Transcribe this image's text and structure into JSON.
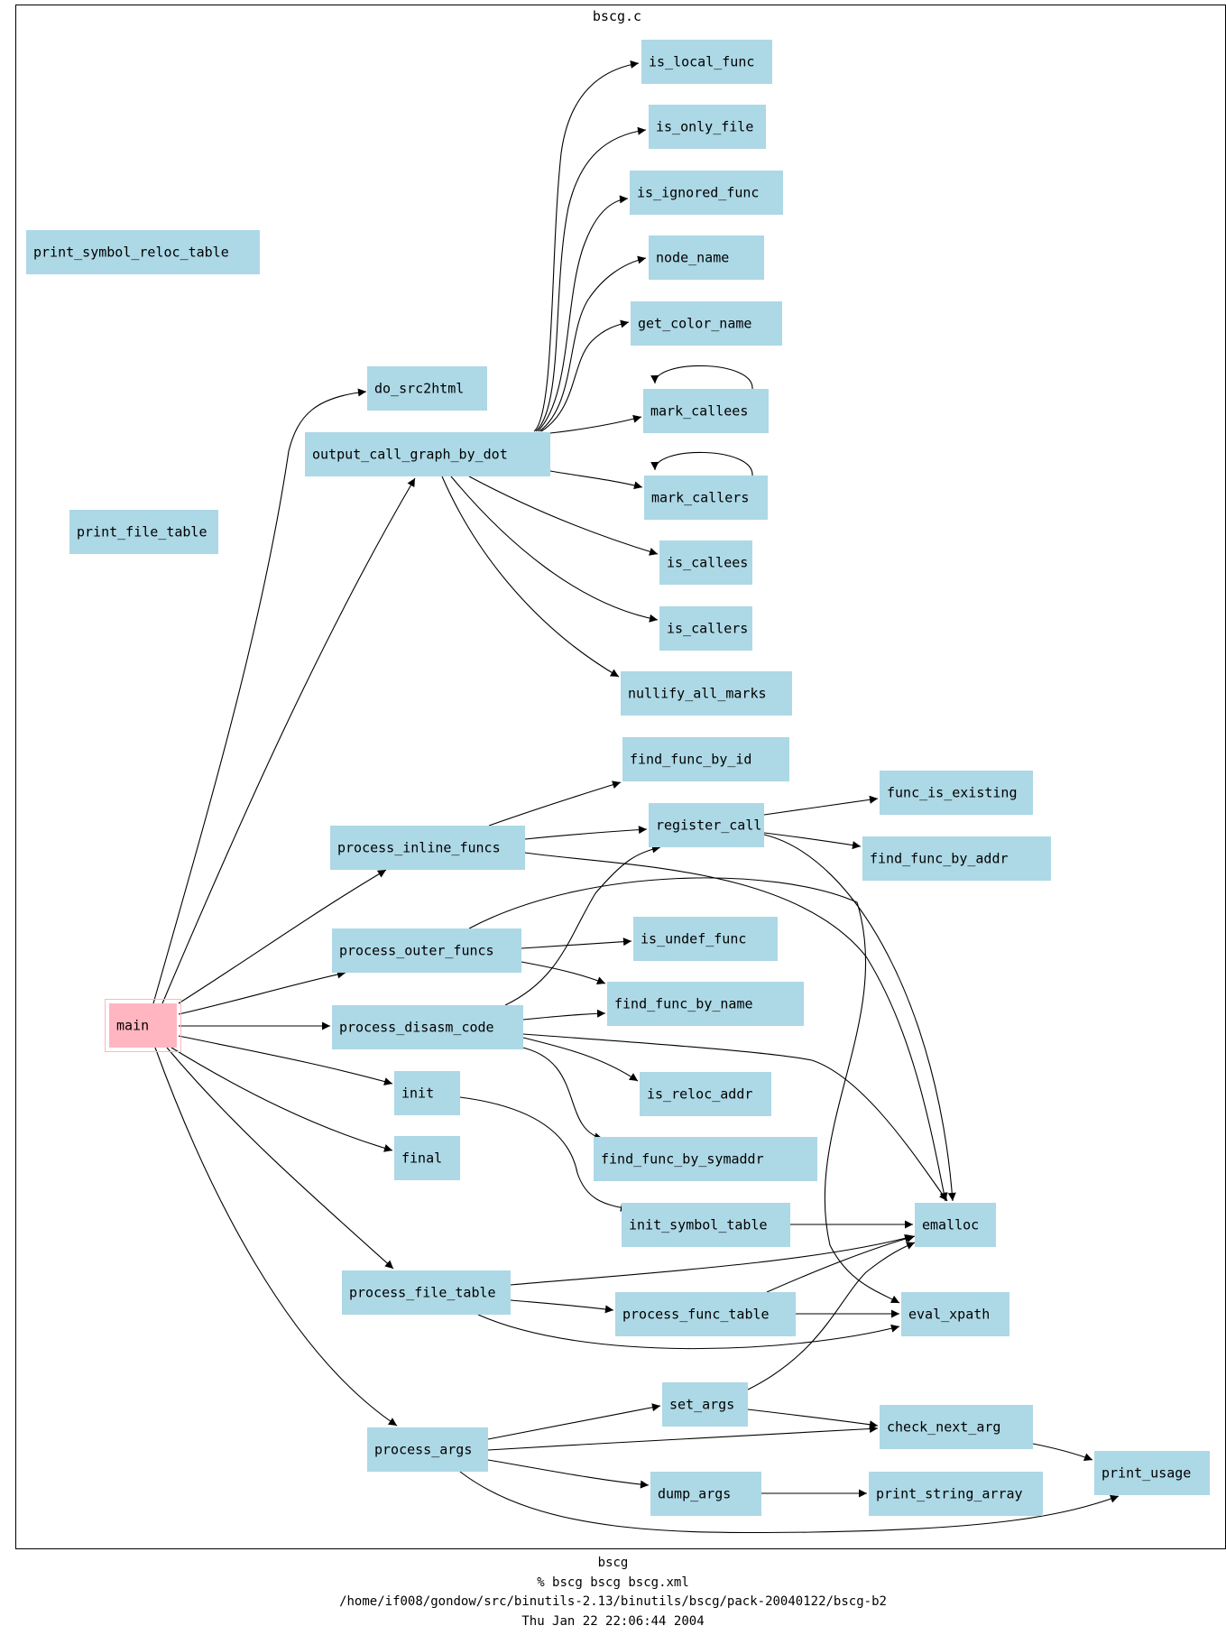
{
  "graph": {
    "title": "bscg.c",
    "colors": {
      "node_fill": "#add8e6",
      "root_fill": "#ffb6c1",
      "root_border": "#ffb6c1",
      "frame": "#000000",
      "edge": "#000000"
    },
    "nodes": [
      {
        "id": "is_local_func",
        "label": "is_local_func"
      },
      {
        "id": "is_only_file",
        "label": "is_only_file"
      },
      {
        "id": "is_ignored_func",
        "label": "is_ignored_func"
      },
      {
        "id": "node_name",
        "label": "node_name"
      },
      {
        "id": "get_color_name",
        "label": "get_color_name"
      },
      {
        "id": "print_symbol_reloc_table",
        "label": "print_symbol_reloc_table"
      },
      {
        "id": "do_src2html",
        "label": "do_src2html"
      },
      {
        "id": "mark_callees",
        "label": "mark_callees"
      },
      {
        "id": "output_call_graph_by_dot",
        "label": "output_call_graph_by_dot"
      },
      {
        "id": "mark_callers",
        "label": "mark_callers"
      },
      {
        "id": "print_file_table",
        "label": "print_file_table"
      },
      {
        "id": "is_callees",
        "label": "is_callees"
      },
      {
        "id": "is_callers",
        "label": "is_callers"
      },
      {
        "id": "nullify_all_marks",
        "label": "nullify_all_marks"
      },
      {
        "id": "find_func_by_id",
        "label": "find_func_by_id"
      },
      {
        "id": "func_is_existing",
        "label": "func_is_existing"
      },
      {
        "id": "register_call",
        "label": "register_call"
      },
      {
        "id": "process_inline_funcs",
        "label": "process_inline_funcs"
      },
      {
        "id": "find_func_by_addr",
        "label": "find_func_by_addr"
      },
      {
        "id": "is_undef_func",
        "label": "is_undef_func"
      },
      {
        "id": "process_outer_funcs",
        "label": "process_outer_funcs"
      },
      {
        "id": "find_func_by_name",
        "label": "find_func_by_name"
      },
      {
        "id": "main",
        "label": "main",
        "root": true
      },
      {
        "id": "process_disasm_code",
        "label": "process_disasm_code"
      },
      {
        "id": "init",
        "label": "init"
      },
      {
        "id": "is_reloc_addr",
        "label": "is_reloc_addr"
      },
      {
        "id": "final",
        "label": "final"
      },
      {
        "id": "find_func_by_symaddr",
        "label": "find_func_by_symaddr"
      },
      {
        "id": "init_symbol_table",
        "label": "init_symbol_table"
      },
      {
        "id": "emalloc",
        "label": "emalloc"
      },
      {
        "id": "process_file_table",
        "label": "process_file_table"
      },
      {
        "id": "process_func_table",
        "label": "process_func_table"
      },
      {
        "id": "eval_xpath",
        "label": "eval_xpath"
      },
      {
        "id": "set_args",
        "label": "set_args"
      },
      {
        "id": "check_next_arg",
        "label": "check_next_arg"
      },
      {
        "id": "process_args",
        "label": "process_args"
      },
      {
        "id": "print_usage",
        "label": "print_usage"
      },
      {
        "id": "dump_args",
        "label": "dump_args"
      },
      {
        "id": "print_string_array",
        "label": "print_string_array"
      }
    ],
    "edges": [
      [
        "output_call_graph_by_dot",
        "is_local_func"
      ],
      [
        "output_call_graph_by_dot",
        "is_only_file"
      ],
      [
        "output_call_graph_by_dot",
        "is_ignored_func"
      ],
      [
        "output_call_graph_by_dot",
        "node_name"
      ],
      [
        "output_call_graph_by_dot",
        "get_color_name"
      ],
      [
        "output_call_graph_by_dot",
        "mark_callees"
      ],
      [
        "output_call_graph_by_dot",
        "mark_callers"
      ],
      [
        "output_call_graph_by_dot",
        "is_callees"
      ],
      [
        "output_call_graph_by_dot",
        "is_callers"
      ],
      [
        "output_call_graph_by_dot",
        "nullify_all_marks"
      ],
      [
        "mark_callees",
        "mark_callees"
      ],
      [
        "mark_callers",
        "mark_callers"
      ],
      [
        "main",
        "do_src2html"
      ],
      [
        "main",
        "output_call_graph_by_dot"
      ],
      [
        "main",
        "process_inline_funcs"
      ],
      [
        "main",
        "process_outer_funcs"
      ],
      [
        "main",
        "process_disasm_code"
      ],
      [
        "main",
        "init"
      ],
      [
        "main",
        "final"
      ],
      [
        "main",
        "process_file_table"
      ],
      [
        "main",
        "process_args"
      ],
      [
        "process_inline_funcs",
        "find_func_by_id"
      ],
      [
        "process_inline_funcs",
        "register_call"
      ],
      [
        "process_inline_funcs",
        "emalloc"
      ],
      [
        "register_call",
        "func_is_existing"
      ],
      [
        "register_call",
        "find_func_by_addr"
      ],
      [
        "register_call",
        "emalloc"
      ],
      [
        "process_outer_funcs",
        "is_undef_func"
      ],
      [
        "process_outer_funcs",
        "find_func_by_name"
      ],
      [
        "process_outer_funcs",
        "eval_xpath"
      ],
      [
        "process_disasm_code",
        "register_call"
      ],
      [
        "process_disasm_code",
        "find_func_by_name"
      ],
      [
        "process_disasm_code",
        "is_reloc_addr"
      ],
      [
        "process_disasm_code",
        "find_func_by_symaddr"
      ],
      [
        "process_disasm_code",
        "emalloc"
      ],
      [
        "init",
        "init_symbol_table"
      ],
      [
        "init_symbol_table",
        "emalloc"
      ],
      [
        "process_file_table",
        "emalloc"
      ],
      [
        "process_file_table",
        "process_func_table"
      ],
      [
        "process_file_table",
        "eval_xpath"
      ],
      [
        "process_func_table",
        "emalloc"
      ],
      [
        "process_func_table",
        "eval_xpath"
      ],
      [
        "set_args",
        "check_next_arg"
      ],
      [
        "set_args",
        "emalloc"
      ],
      [
        "process_args",
        "set_args"
      ],
      [
        "process_args",
        "check_next_arg"
      ],
      [
        "process_args",
        "dump_args"
      ],
      [
        "process_args",
        "print_usage"
      ],
      [
        "check_next_arg",
        "print_usage"
      ],
      [
        "dump_args",
        "print_string_array"
      ]
    ]
  },
  "footer": {
    "name": "bscg",
    "command": "% bscg bscg bscg.xml",
    "path": "/home/if008/gondow/src/binutils-2.13/binutils/bscg/pack-20040122/bscg-b2",
    "date": "Thu Jan 22 22:06:44 2004"
  }
}
